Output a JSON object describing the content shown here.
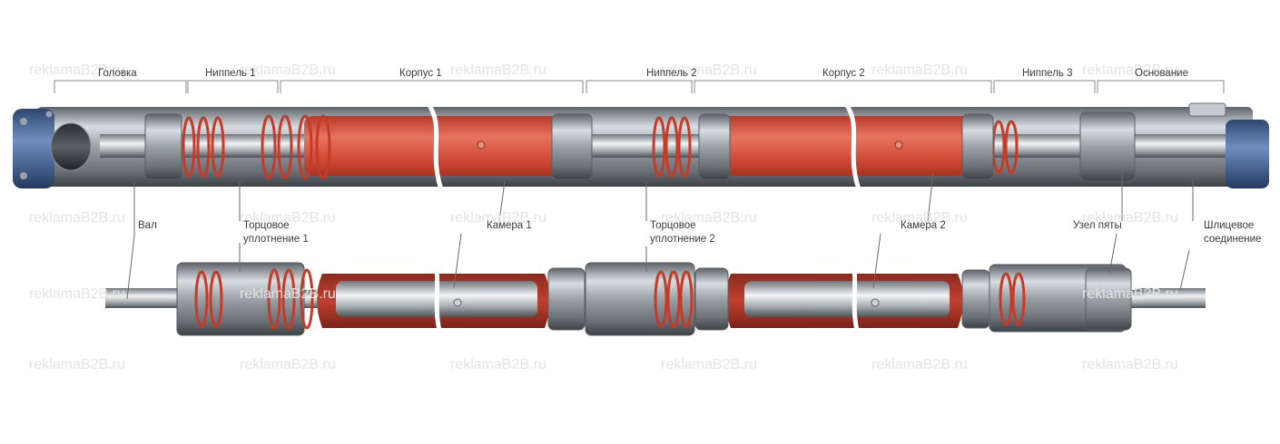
{
  "section_labels": {
    "head": "Головка",
    "nipple_1": "Ниппель 1",
    "housing_1": "Корпус 1",
    "nipple_2": "Ниппель 2",
    "housing_2": "Корпус 2",
    "nipple_3": "Ниппель 3",
    "base": "Основание"
  },
  "part_labels": {
    "shaft": "Вал",
    "face_seal_1_line1": "Торцовое",
    "face_seal_1_line2": "уплотнение 1",
    "chamber_1": "Камера 1",
    "face_seal_2_line1": "Торцовое",
    "face_seal_2_line2": "уплотнение 2",
    "chamber_2": "Камера 2",
    "bearing_unit": "Узел пяты",
    "spline_line1": "Шлицевое",
    "spline_line2": "соединение"
  },
  "watermark": "reklamaB2B.ru",
  "colors": {
    "chamber_red": "#d9523f",
    "steel": "#8e959c",
    "housing_blue": "#3f5f8f",
    "seal_red": "#c73a2a",
    "leader": "#6a6a6a"
  }
}
